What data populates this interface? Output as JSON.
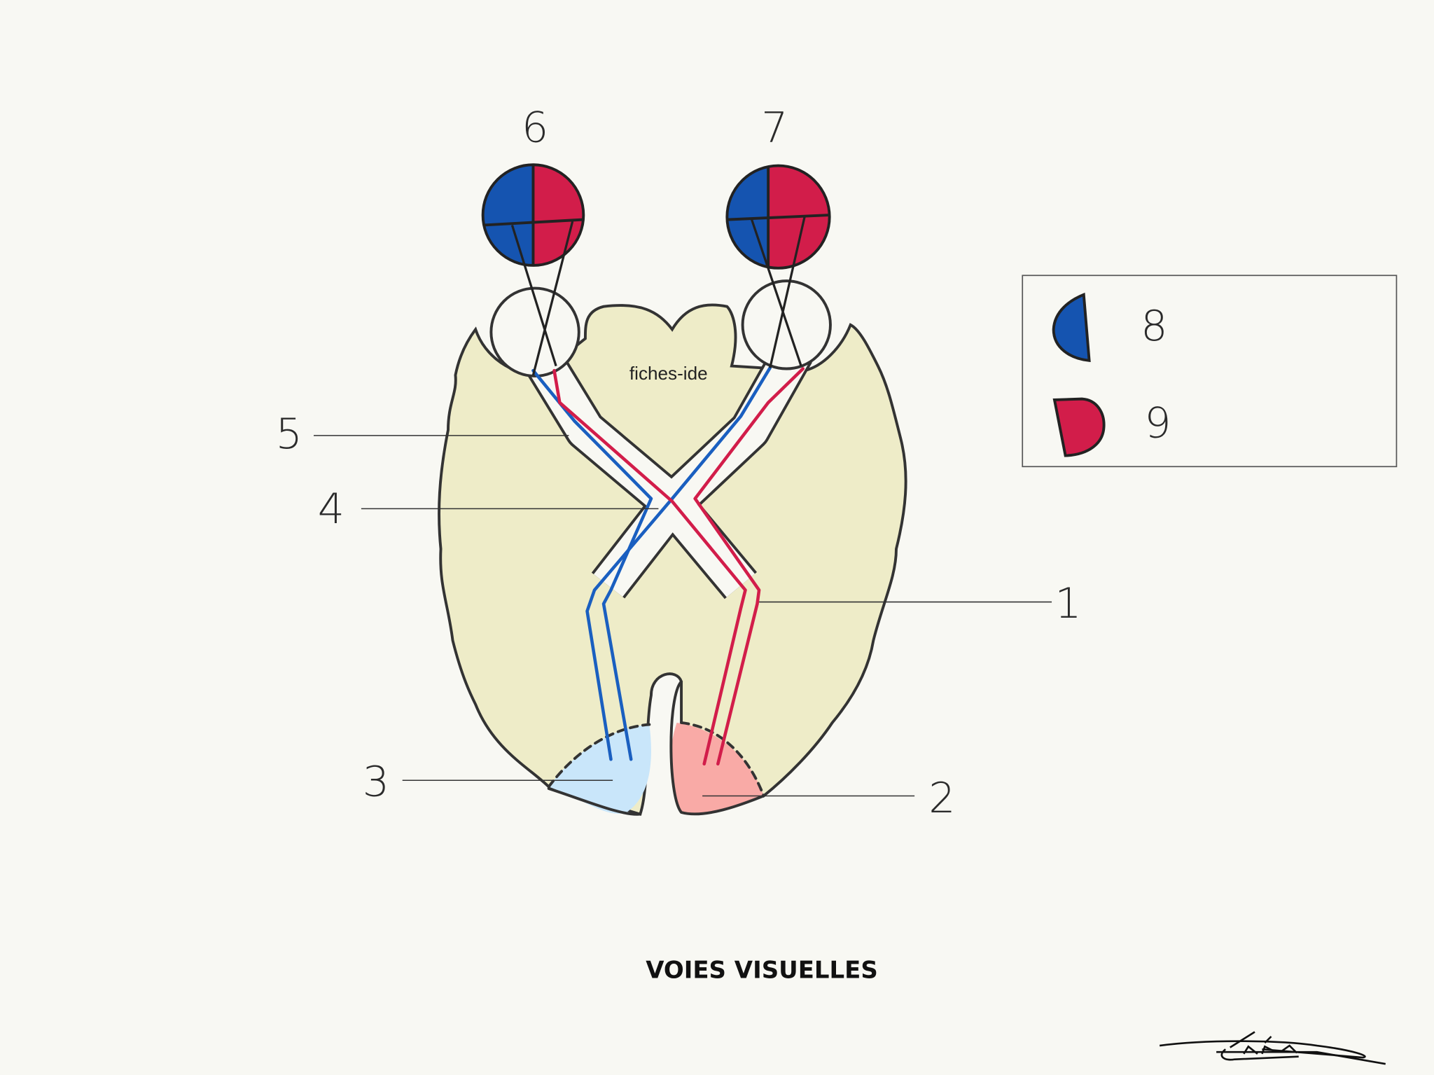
{
  "title": "VOIES VISUELLES",
  "watermark": "fiches-ide",
  "labels": {
    "l1": "1",
    "l2": "2",
    "l3": "3",
    "l4": "4",
    "l5": "5",
    "l6": "6",
    "l7": "7"
  },
  "legend": [
    {
      "number": "8",
      "shape": "blue-half-field",
      "color": "#1554b0"
    },
    {
      "number": "9",
      "shape": "red-half-field",
      "color": "#d21d4a"
    }
  ],
  "signature": "signature",
  "colors": {
    "background": "#f8f8f3",
    "brain": "#eeecc8",
    "blue": "#1554b0",
    "red": "#d21d4a",
    "blue_cortex": "#c9e6fa",
    "red_cortex": "#f9aaa6"
  }
}
